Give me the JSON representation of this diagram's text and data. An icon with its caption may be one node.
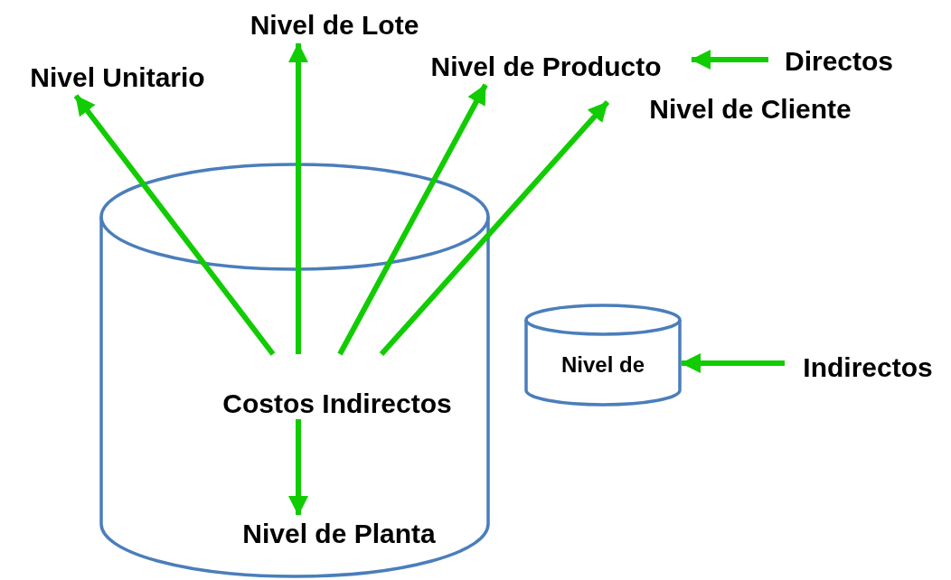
{
  "diagram": {
    "nodes": [
      {
        "text": [],
        "shape": "cylinder"
      },
      {
        "text": [
          "Costos Indirectos"
        ],
        "in": 0
      },
      {
        "text": [
          "Nivel Unitario"
        ]
      },
      {
        "text": [
          "Nivel de Lote"
        ]
      },
      {
        "text": [
          "Nivel de Producto"
        ]
      },
      {
        "text": [
          "Nivel de Cliente"
        ]
      },
      {
        "text": [
          "Nivel de Planta"
        ],
        "in": 0
      },
      {
        "text": [
          "Nivel de"
        ]
      },
      {
        "text": [
          "Directos"
        ]
      },
      {
        "text": [
          "Indirectos"
        ]
      }
    ],
    "edges": [
      {
        "from": 1,
        "to": 2,
        "arrow": "to"
      },
      {
        "from": 1,
        "to": 3,
        "arrow": "to"
      },
      {
        "from": 1,
        "to": 4,
        "arrow": "to"
      },
      {
        "from": 1,
        "to": 5,
        "arrow": "to"
      },
      {
        "from": 1,
        "to": 6,
        "arrow": "to"
      },
      {
        "from": 8,
        "to": 4,
        "arrow": "to"
      },
      {
        "from": 9,
        "to": 7,
        "arrow": "to"
      }
    ]
  }
}
